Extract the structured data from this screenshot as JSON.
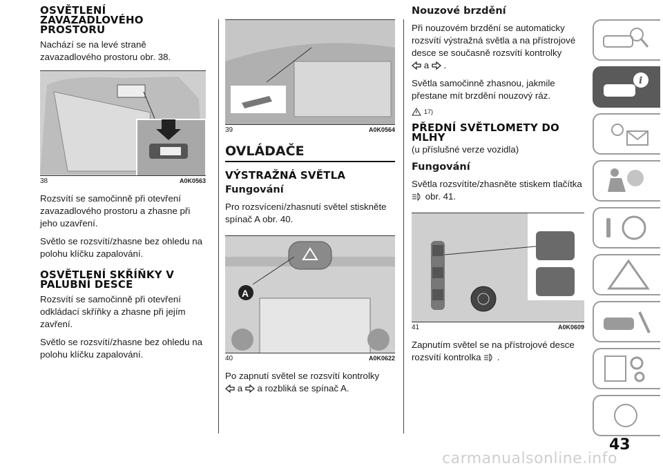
{
  "col1": {
    "h1": "OSVĚTLENÍ ZAVAZADLOVÉHO PROSTORU",
    "p1": "Nachází se na levé straně zavazadlového prostoru obr. 38.",
    "fig_num": "38",
    "fig_code": "A0K0563",
    "p2": "Rozsvítí se samočinně při otevření zavazadlového prostoru a zhasne při jeho uzavření.",
    "p3": "Světlo se rozsvítí/zhasne bez ohledu na polohu klíčku zapalování.",
    "h2": "OSVĚTLENÍ SKŘÍŇKY V PALUBNÍ DESCE",
    "p4": "Rozsvítí se samočinně při otevření odkládací skříňky a zhasne při jejím zavření.",
    "p5": "Světlo se rozsvítí/zhasne bez ohledu na polohu klíčku zapalování."
  },
  "col2": {
    "fig_num": "39",
    "fig_code": "A0K0564",
    "title": "OVLÁDAČE",
    "h_warn": "VÝSTRAŽNÁ SVĚTLA",
    "h_fung": "Fungování",
    "p1": "Pro rozsvícení/zhasnutí světel stiskněte spínač A obr. 40.",
    "fig2_num": "40",
    "fig2_code": "A0K0622",
    "fig2_label": "A",
    "p2_a": "Po zapnutí světel se rozsvítí kontrolky",
    "p2_and": "a",
    "p2_b": "a rozbliká se spínač A."
  },
  "col3": {
    "h1": "Nouzové brzdění",
    "p1_a": "Při nouzovém brzdění se automaticky rozsvítí výstražná světla a na přístrojové desce se současně rozsvítí kontrolky",
    "p1_and": "a",
    "p1_end": ".",
    "p2": "Světla samočinně zhasnou, jakmile přestane mít brzdění nouzový ráz.",
    "note": "17)",
    "h2": "PŘEDNÍ SVĚTLOMETY DO MLHY",
    "h2_sub": "(u příslušné verze vozidla)",
    "h3": "Fungování",
    "p3_a": "Světla rozsvítíte/zhasněte stiskem tlačítka",
    "p3_b": "obr. 41.",
    "fig_num": "41",
    "fig_code": "A0K0609",
    "p4_a": "Zapnutím světel se na přístrojové desce rozsvítí kontrolka",
    "p4_end": "."
  },
  "page_number": "43",
  "watermark": "carmanualsonline.info",
  "sidebar": {
    "tabs": [
      "car-magnifier-icon",
      "car-info-icon",
      "lights-envelope-icon",
      "airbag-person-icon",
      "steering-key-icon",
      "warning-triangle-icon",
      "car-wrench-icon",
      "list-gears-icon",
      "alphabet-index-icon"
    ],
    "active_index": 1,
    "active_color": "#5a5a5a"
  }
}
